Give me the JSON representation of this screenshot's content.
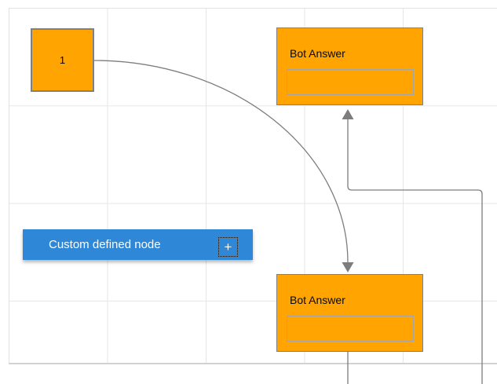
{
  "diagram": {
    "nodes": {
      "start_node": {
        "label": "1",
        "shape": "square",
        "fill": "#FFA401"
      },
      "bot_answer_top": {
        "title": "Bot Answer",
        "field_value": "",
        "fill": "#FFA401"
      },
      "bot_answer_bottom": {
        "title": "Bot Answer",
        "field_value": "",
        "fill": "#FFA401"
      },
      "custom_node": {
        "label": "Custom defined node",
        "add_button_glyph": "+",
        "fill": "#2E87D7"
      }
    },
    "connections": [
      {
        "from": "start_node",
        "to": "bot_answer_bottom",
        "style": "curved",
        "arrow": "down"
      },
      {
        "from": "offscreen_bottom_edge",
        "to": "bot_answer_top",
        "style": "orthogonal",
        "arrow": "up"
      },
      {
        "from": "bot_answer_bottom",
        "to": "offscreen_bottom_edge",
        "style": "straight",
        "arrow": "none"
      }
    ],
    "colors": {
      "node_orange": "#FFA401",
      "node_blue": "#2E87D7",
      "node_border": "#7F7F7F",
      "connector_gray": "#7D7D7D",
      "grid_line": "#E6E6E6",
      "text_dark": "#000000",
      "text_light": "#FFFFFF"
    }
  }
}
